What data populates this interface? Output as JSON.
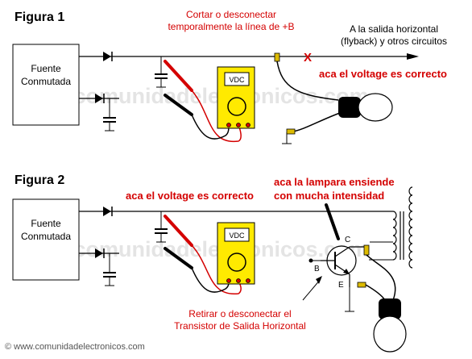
{
  "colors": {
    "wire": "#000000",
    "red": "#d40000",
    "meter": "#ffea00",
    "watermark": "#dddddd",
    "gray": "#777777"
  },
  "figure1": {
    "title": "Figura 1",
    "source_line1": "Fuente",
    "source_line2": "Conmutada",
    "note_line1": "Cortar o desconectar",
    "note_line2": "temporalmente la línea de +B",
    "cut_mark": "X",
    "dest_line1": "A la salida horizontal",
    "dest_line2": "(flyback) y otros circuitos",
    "meter_label": "VDC",
    "status": "aca el voltage es correcto"
  },
  "figure2": {
    "title": "Figura 2",
    "source_line1": "Fuente",
    "source_line2": "Conmutada",
    "status": "aca el voltage es correcto",
    "lamp_note_line1": "aca la lampara ensiende",
    "lamp_note_line2": "con mucha intensidad",
    "meter_label": "VDC",
    "pin_c": "C",
    "pin_b": "B",
    "pin_e": "E",
    "remove_line1": "Retirar o desconectar el",
    "remove_line2": "Transistor de Salida Horizontal"
  },
  "watermark": "www.comunidadelectronicos.com",
  "footer": "© www.comunidadelectronicos.com"
}
